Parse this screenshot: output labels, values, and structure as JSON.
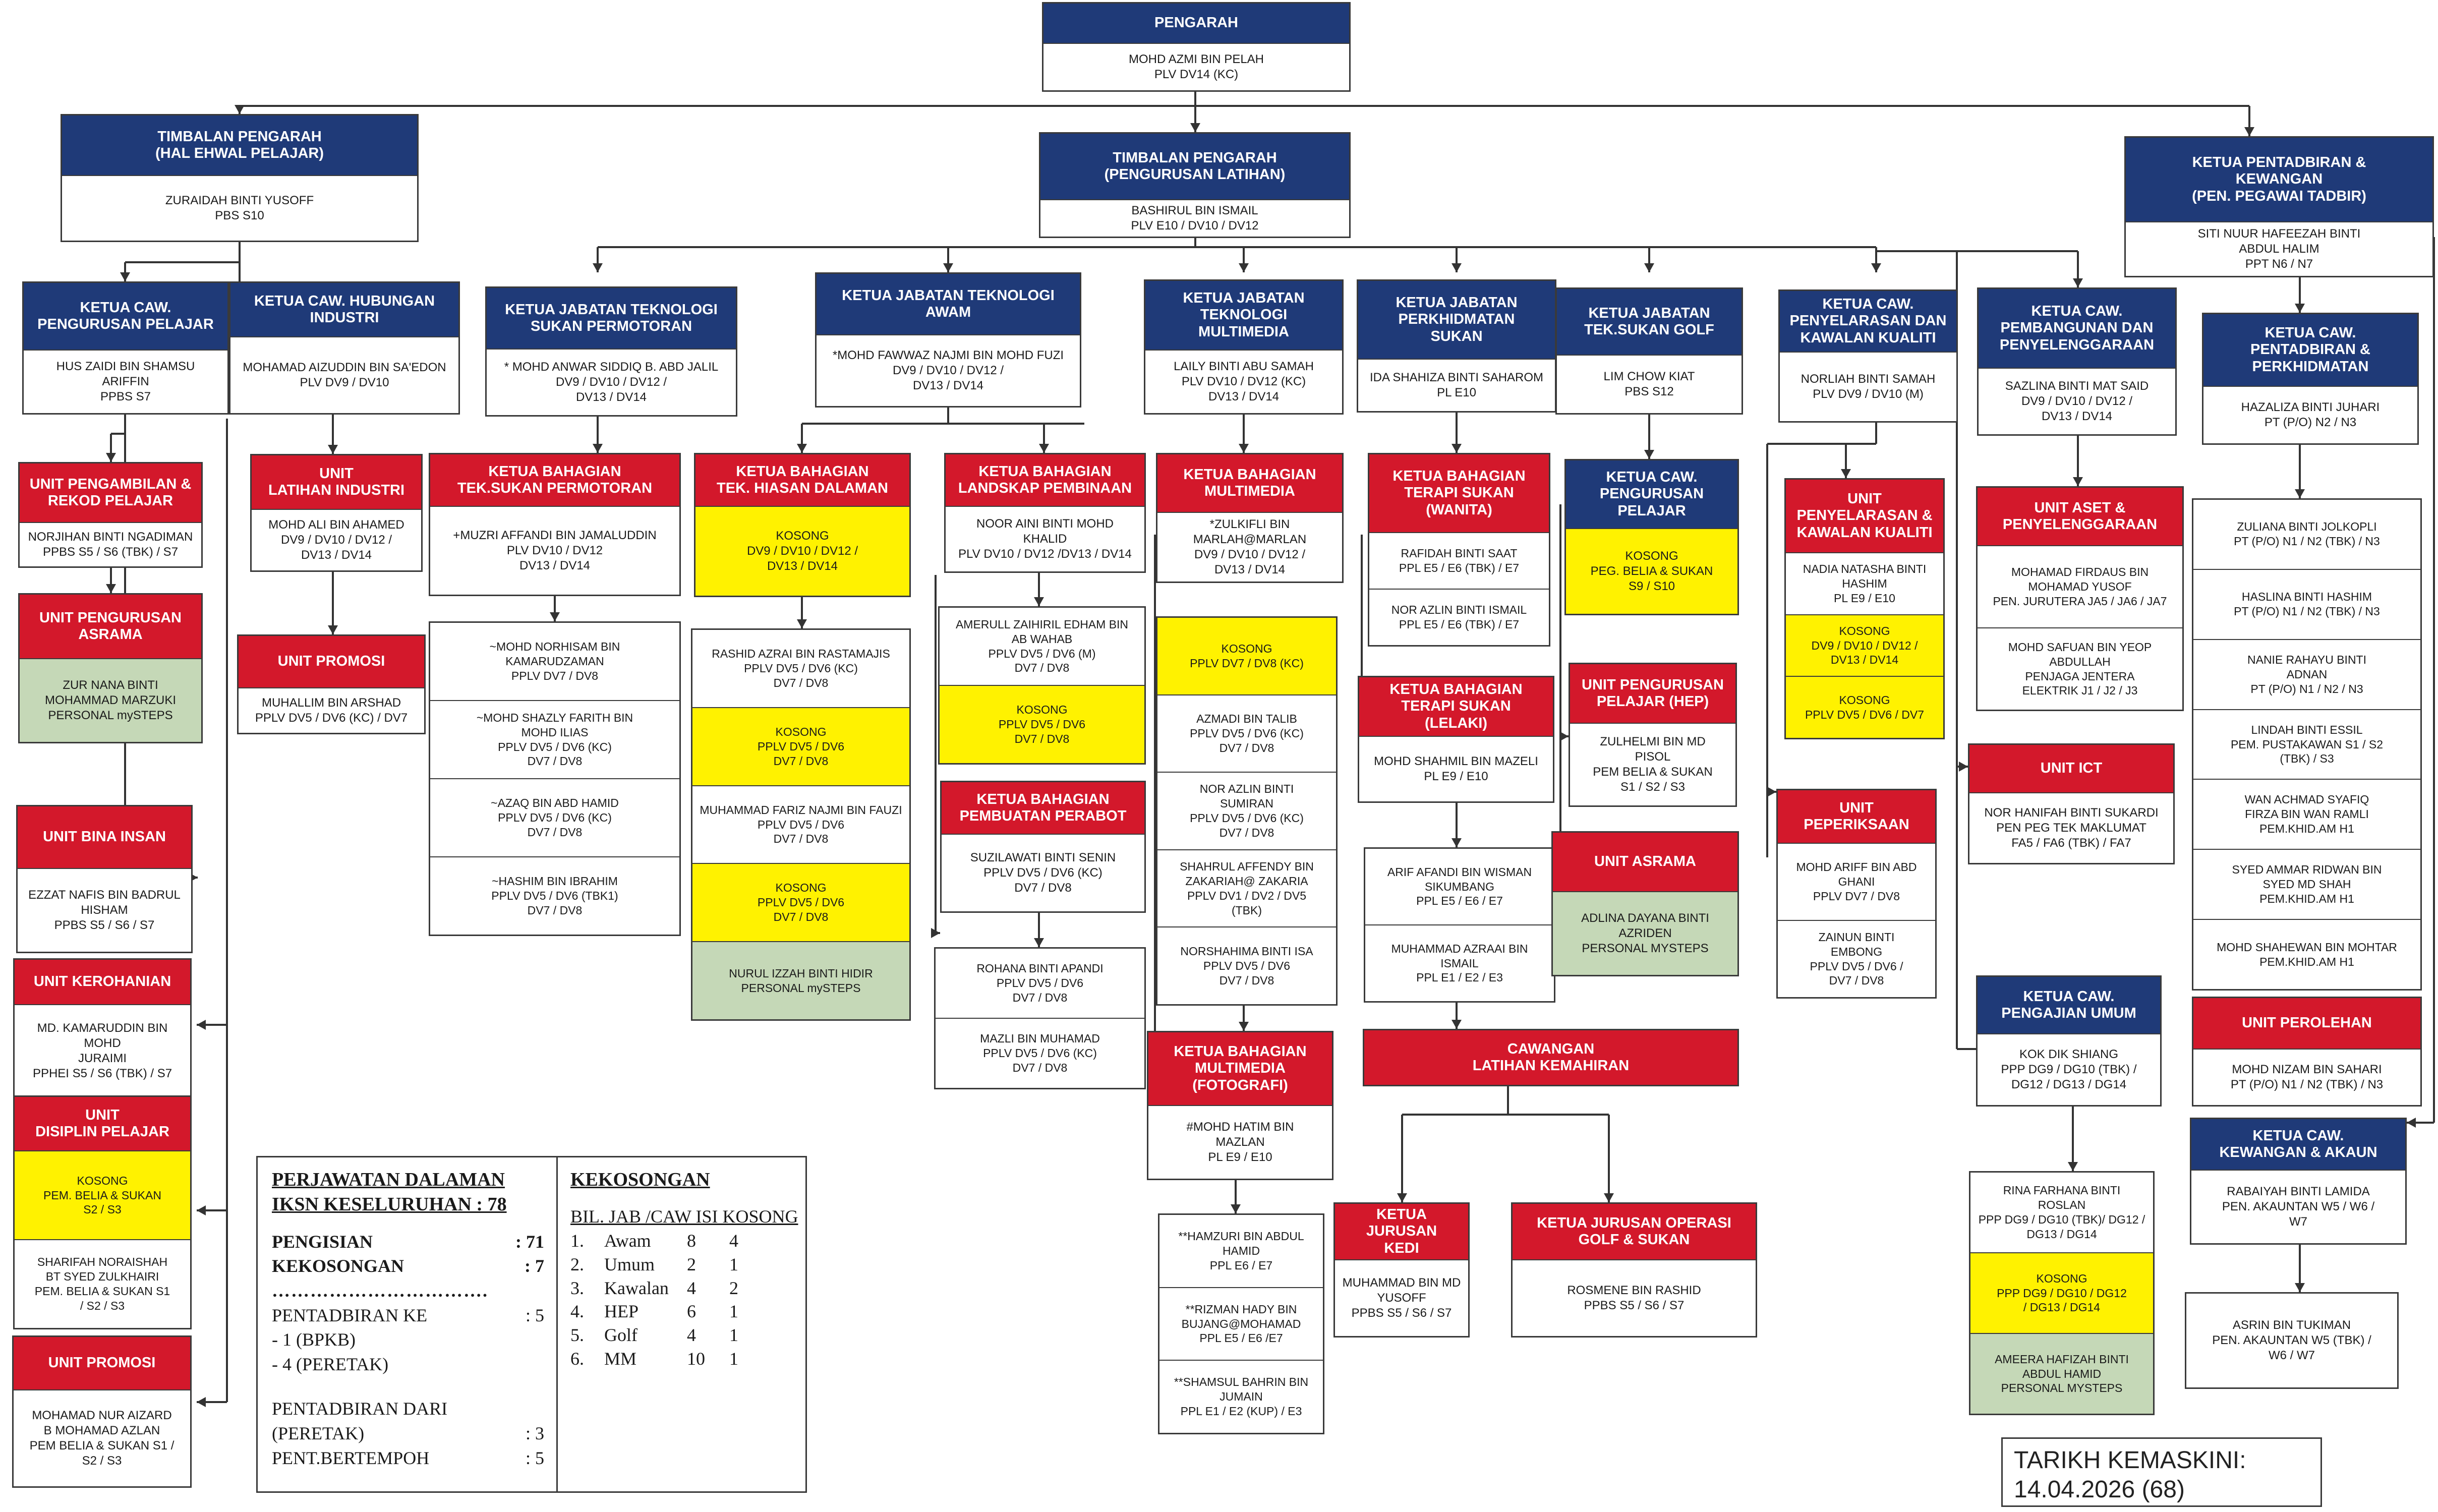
{
  "pengarah": {
    "title": "PENGARAH",
    "body": "MOHD AZMI BIN PELAH\nPLV DV14 (KC)"
  },
  "timbalan_hep": {
    "title": "TIMBALAN PENGARAH\n(HAL EHWAL PELAJAR)",
    "body": "ZURAIDAH BINTI YUSOFF\nPBS S10"
  },
  "timbalan_latihan": {
    "title": "TIMBALAN PENGARAH\n(PENGURUSAN LATIHAN)",
    "body": "BASHIRUL BIN ISMAIL\nPLV E10 / DV10 / DV12"
  },
  "ketua_pentadbiran": {
    "title": "KETUA PENTADBIRAN &\nKEWANGAN\n(PEN. PEGAWAI TADBIR)",
    "body": "SITI NUUR HAFEEZAH BINTI\nABDUL HALIM\nPPT N6 / N7"
  },
  "pengurusan_pelajar": {
    "title": "KETUA CAW.\nPENGURUSAN PELAJAR",
    "body": "HUS ZAIDI BIN SHAMSU\nARIFFIN\nPPBS S7"
  },
  "hubungan_industri": {
    "title": "KETUA CAW. HUBUNGAN\nINDUSTRI",
    "body": "MOHAMAD AIZUDDIN BIN SA'EDON\nPLV DV9 / DV10"
  },
  "sukan_permotoran": {
    "title": "KETUA JABATAN TEKNOLOGI\nSUKAN PERMOTORAN",
    "body": "* MOHD ANWAR SIDDIQ B. ABD JALIL\nDV9 / DV10 / DV12 /\nDV13 / DV14"
  },
  "teknologi_awam": {
    "title": "KETUA JABATAN TEKNOLOGI\nAWAM",
    "body": "*MOHD FAWWAZ NAJMI BIN MOHD FUZI\nDV9 / DV10 / DV12 /\nDV13 / DV14"
  },
  "teknologi_multimedia": {
    "title": "KETUA JABATAN\nTEKNOLOGI\nMULTIMEDIA",
    "body": "LAILY BINTI ABU SAMAH\nPLV DV10 / DV12 (KC)\nDV13 / DV14"
  },
  "perkhidmatan_sukan": {
    "title": "KETUA JABATAN\nPERKHIDMATAN\nSUKAN",
    "body": "IDA SHAHIZA BINTI SAHAROM\nPL E10"
  },
  "sukan_golf": {
    "title": "KETUA  JABATAN\nTEK.SUKAN GOLF",
    "body": "LIM CHOW KIAT\nPBS S12"
  },
  "kawalan_kualiti": {
    "title": "KETUA CAW.\nPENYELARASAN DAN\nKAWALAN KUALITI",
    "body": "NORLIAH BINTI SAMAH\nPLV DV9 / DV10 (M)"
  },
  "pembangunan": {
    "title": "KETUA CAW.\nPEMBANGUNAN DAN\nPENYELENGGARAAN",
    "body": "SAZLINA BINTI MAT SAID\nDV9 / DV10 / DV12 /\nDV13 / DV14"
  },
  "pentadbiran_perkhidmatan": {
    "title": "KETUA CAW.\nPENTADBIRAN &\nPERKHIDMATAN",
    "body": "HAZALIZA BINTI JUHARI\nPT (P/O) N2 / N3"
  },
  "unit_pengambilan": {
    "title": "UNIT PENGAMBILAN &\nREKOD PELAJAR",
    "body": "NORJIHAN BINTI NGADIMAN\nPPBS S5 / S6 (TBK) / S7"
  },
  "unit_asrama_pelajar": {
    "title": "UNIT PENGURUSAN\nASRAMA",
    "body": "ZUR NANA BINTI\nMOHAMMAD MARZUKI\nPERSONAL mySTEPS"
  },
  "unit_bina_insan": {
    "title": "UNIT BINA INSAN",
    "body": "EZZAT NAFIS BIN BADRUL\nHISHAM\nPPBS S5 / S6 / S7"
  },
  "unit_kerohanian": {
    "title": "UNIT KEROHANIAN",
    "body": "MD. KAMARUDDIN BIN MOHD\nJURAIMI\nPPHEI S5 / S6 (TBK) / S7"
  },
  "unit_disiplin": {
    "title": "UNIT\nDISIPLIN PELAJAR",
    "segs": [
      "KOSONG\nPEM. BELIA & SUKAN\nS2 / S3",
      "SHARIFAH NORAISHAH\nBT SYED ZULKHAIRI\nPEM. BELIA & SUKAN S1\n/ S2 / S3"
    ]
  },
  "unit_promosi_pelajar": {
    "title": "UNIT PROMOSI",
    "body": "MOHAMAD NUR AIZARD\nB MOHAMAD AZLAN\nPEM BELIA & SUKAN S1 /\nS2 / S3"
  },
  "unit_latihan_industri": {
    "title": "UNIT\nLATIHAN INDUSTRI",
    "body": "MOHD ALI BIN AHAMED\nDV9 / DV10 / DV12 /\nDV13 / DV14"
  },
  "unit_promosi_industri": {
    "title": "UNIT PROMOSI",
    "body": "MUHALLIM BIN ARSHAD\nPPLV DV5 / DV6 (KC) / DV7"
  },
  "bahagian_permotoran": {
    "title": "KETUA BAHAGIAN\nTEK.SUKAN PERMOTORAN",
    "body": "+MUZRI AFFANDI BIN JAMALUDDIN\nPLV DV10 / DV12\nDV13 / DV14"
  },
  "permotoran_staff": {
    "segs": [
      "~MOHD NORHISAM BIN\nKAMARUDZAMAN\nPPLV DV7 / DV8",
      "~MOHD SHAZLY FARITH BIN\nMOHD ILIAS\nPPLV DV5 / DV6 (KC)\nDV7 / DV8",
      "~AZAQ BIN ABD HAMID\nPPLV DV5 / DV6 (KC)\nDV7 / DV8",
      "~HASHIM BIN IBRAHIM\nPPLV DV5 / DV6 (TBK1)\nDV7 / DV8"
    ]
  },
  "hiasan_dalaman": {
    "title": "KETUA BAHAGIAN\nTEK. HIASAN DALAMAN",
    "body": "KOSONG\nDV9 / DV10 / DV12 /\nDV13 / DV14"
  },
  "hiasan_staff": {
    "segs": [
      "RASHID AZRAI BIN RASTAMAJIS\nPPLV DV5 / DV6 (KC)\nDV7 / DV8",
      "KOSONG\nPPLV DV5 / DV6\nDV7 / DV8",
      "MUHAMMAD FARIZ NAJMI BIN FAUZI\nPPLV DV5 / DV6\nDV7 / DV8",
      "KOSONG\nPPLV DV5 / DV6\nDV7 / DV8",
      "NURUL IZZAH BINTI HIDIR\nPERSONAL mySTEPS"
    ]
  },
  "landskap": {
    "title": "KETUA BAHAGIAN\nLANDSKAP PEMBINAAN",
    "body": "NOOR AINI BINTI MOHD\nKHALID\nPLV DV10 / DV12 /DV13 / DV14"
  },
  "landskap_staff": {
    "segs": [
      "AMERULL ZAIHIRIL EDHAM BIN\nAB WAHAB\nPPLV DV5 / DV6 (M)\nDV7 / DV8",
      "KOSONG\nPPLV DV5 / DV6\nDV7 / DV8"
    ]
  },
  "pembuatan_perabot": {
    "title": "KETUA BAHAGIAN\nPEMBUATAN PERABOT",
    "body": "SUZILAWATI BINTI SENIN\nPPLV DV5 / DV6 (KC)\nDV7 / DV8"
  },
  "perabot_staff": {
    "segs": [
      "ROHANA BINTI APANDI\nPPLV DV5 / DV6\nDV7 / DV8",
      "MAZLI BIN MUHAMAD\nPPLV DV5 / DV6 (KC)\nDV7 / DV8"
    ]
  },
  "bahagian_multimedia": {
    "title": "KETUA BAHAGIAN\nMULTIMEDIA",
    "body": "*ZULKIFLI BIN MARLAH@MARLAN\nDV9 / DV10 / DV12 /\nDV13 / DV14"
  },
  "multimedia_staff": {
    "segs": [
      "KOSONG\nPPLV DV7 / DV8 (KC)",
      "AZMADI BIN TALIB\nPPLV DV5 / DV6 (KC)\nDV7 / DV8",
      "NOR AZLIN BINTI\nSUMIRAN\nPPLV DV5 / DV6 (KC)\nDV7 / DV8",
      "SHAHRUL AFFENDY BIN\nZAKARIAH@ ZAKARIA\nPPLV DV1 / DV2 / DV5\n(TBK)",
      "NORSHAHIMA BINTI ISA\nPPLV DV5 / DV6\nDV7 / DV8"
    ]
  },
  "multimedia_fotografi": {
    "title": "KETUA BAHAGIAN\nMULTIMEDIA\n(FOTOGRAFI)",
    "body": "#MOHD HATIM BIN\nMAZLAN\nPL E9 / E10"
  },
  "fotografi_staff": {
    "segs": [
      "**HAMZURI BIN ABDUL\nHAMID\nPPL E6 / E7",
      "**RIZMAN HADY BIN\nBUJANG@MOHAMAD\nPPL E5 / E6 /E7",
      "**SHAMSUL BAHRIN BIN\nJUMAIN\nPPL E1 / E2 (KUP) / E3"
    ]
  },
  "terapi_wanita": {
    "title": "KETUA BAHAGIAN\nTERAPI SUKAN\n(WANITA)",
    "segs": [
      "RAFIDAH BINTI SAAT\nPPL E5 / E6 (TBK) / E7",
      "NOR AZLIN BINTI ISMAIL\nPPL E5 / E6 (TBK) / E7"
    ]
  },
  "terapi_lelaki": {
    "title": "KETUA BAHAGIAN\nTERAPI SUKAN\n(LELAKI)",
    "body": "MOHD SHAHMIL BIN MAZELI\nPL E9 / E10"
  },
  "terapi_lelaki_staff": {
    "segs": [
      "ARIF AFANDI BIN WISMAN\nSIKUMBANG\nPPL E5 / E6 / E7",
      "MUHAMMAD AZRAAI BIN\nISMAIL\nPPL E1 / E2 / E3"
    ]
  },
  "latihan_kemahiran": {
    "title": "CAWANGAN\nLATIHAN KEMAHIRAN"
  },
  "jurusan_kedi": {
    "title": "KETUA JURUSAN\nKEDI",
    "body": "MUHAMMAD BIN MD\nYUSOFF\nPPBS S5 / S6 / S7"
  },
  "jurusan_golf": {
    "title": "KETUA JURUSAN OPERASI\nGOLF & SUKAN",
    "body": "ROSMENE BIN RASHID\nPPBS S5 / S6 / S7"
  },
  "golf_pengurusan": {
    "title": "KETUA CAW.\nPENGURUSAN\nPELAJAR",
    "body": "KOSONG\nPEG. BELIA & SUKAN\nS9 / S10"
  },
  "unit_pengurusan_hep": {
    "title": "UNIT PENGURUSAN\nPELAJAR (HEP)",
    "body": "ZULHELMI BIN MD\nPISOL\nPEM BELIA & SUKAN\nS1 / S2 / S3"
  },
  "unit_asrama_golf": {
    "title": "UNIT ASRAMA",
    "body": "ADLINA DAYANA BINTI\nAZRIDEN\nPERSONAL MYSTEPS"
  },
  "unit_penyelarasan": {
    "title": "UNIT\nPENYELARASAN &\nKAWALAN KUALITI",
    "segs": [
      "NADIA NATASHA BINTI\nHASHIM\nPL E9 / E10",
      "KOSONG\nDV9 / DV10 / DV12 /\nDV13 / DV14",
      "KOSONG\nPPLV DV5 / DV6 / DV7"
    ]
  },
  "unit_peperiksaan": {
    "title": "UNIT\nPEPERIKSAAN",
    "segs": [
      "MOHD ARIFF BIN ABD\nGHANI\nPPLV DV7 / DV8",
      "ZAINUN BINTI\nEMBONG\nPPLV DV5 / DV6 /\nDV7 / DV8"
    ]
  },
  "unit_aset": {
    "title": "UNIT ASET &\nPENYELENGGARAAN",
    "segs": [
      "MOHAMAD FIRDAUS BIN\nMOHAMAD YUSOF\nPEN. JURUTERA JA5 / JA6 / JA7",
      "MOHD SAFUAN BIN YEOP\nABDULLAH\nPENJAGA JENTERA\nELEKTRIK J1 / J2 / J3"
    ]
  },
  "unit_ict": {
    "title": "UNIT ICT",
    "body": "NOR HANIFAH BINTI SUKARDI\nPEN PEG TEK MAKLUMAT\nFA5 / FA6 (TBK) / FA7"
  },
  "pengajian_umum": {
    "title": "KETUA CAW.\nPENGAJIAN UMUM",
    "body": "KOK DIK SHIANG\nPPP DG9 / DG10 (TBK) /\nDG12 / DG13 / DG14"
  },
  "pengajian_staff": {
    "segs": [
      "RINA FARHANA BINTI\nROSLAN\nPPP DG9 / DG10 (TBK)/ DG12 /\nDG13 / DG14",
      "KOSONG\nPPP DG9 / DG10 / DG12\n/ DG13 / DG14",
      "AMEERA HAFIZAH BINTI\nABDUL HAMID\nPERSONAL MYSTEPS"
    ]
  },
  "pentadbiran_staff": {
    "segs": [
      "ZULIANA BINTI JOLKOPLI\nPT (P/O) N1 / N2 (TBK) / N3",
      "HASLINA BINTI HASHIM\nPT (P/O) N1 / N2 (TBK) / N3",
      "NANIE RAHAYU BINTI\nADNAN\nPT (P/O) N1 / N2 / N3",
      "LINDAH BINTI ESSIL\nPEM. PUSTAKAWAN S1 / S2\n(TBK) / S3",
      "WAN ACHMAD SYAFIQ\nFIRZA BIN WAN RAMLI\nPEM.KHID.AM H1",
      "SYED AMMAR RIDWAN BIN\nSYED MD SHAH\nPEM.KHID.AM H1",
      "MOHD SHAHEWAN BIN MOHTAR\nPEM.KHID.AM H1"
    ]
  },
  "unit_perolehan": {
    "title": "UNIT PEROLEHAN",
    "body": "MOHD NIZAM BIN SAHARI\nPT (P/O) N1 / N2 (TBK) / N3"
  },
  "kewangan": {
    "title": "KETUA CAW.\nKEWANGAN & AKAUN",
    "body": "RABAIYAH BINTI LAMIDA\nPEN. AKAUNTAN W5 / W6 /\nW7"
  },
  "kewangan_staff": {
    "body": "ASRIN BIN TUKIMAN\nPEN. AKAUNTAN W5 (TBK) /\nW6 / W7"
  },
  "legend": {
    "title1": "PERJAWATAN DALAMAN",
    "title2": "IKSN KESELURUHAN :  78",
    "pengisian_label": "PENGISIAN",
    "pengisian_value": ": 71",
    "kekosongan_label": "KEKOSONGAN",
    "kekosongan_value": ": 7",
    "dots": "…………………………….",
    "pentadbiran_ke_label": "PENTADBIRAN KE",
    "pentadbiran_ke_value": ": 5",
    "bpkb": " - 1 (BPKB)",
    "peretak": " - 4 (PERETAK)",
    "pentadbiran_dari_label": "PENTADBIRAN DARI",
    "peretak2_label": "(PERETAK)",
    "peretak2_value": ": 3",
    "bertempoh_label": "PENT.BERTEMPOH",
    "bertempoh_value": ": 5",
    "kekosongan_title": "KEKOSONGAN",
    "kekosongan_header": "BIL. JAB /CAW ISI  KOSONG",
    "kekosongan_rows": [
      [
        "1.",
        "Awam",
        "8",
        "4"
      ],
      [
        "2.",
        "Umum",
        "2",
        "1"
      ],
      [
        "3.",
        "Kawalan",
        "4",
        "2"
      ],
      [
        "4.",
        "HEP",
        "6",
        "1"
      ],
      [
        "5.",
        "Golf",
        "4",
        "1"
      ],
      [
        "6.",
        "MM",
        "10",
        "1"
      ]
    ]
  },
  "tarikh": {
    "label": "TARIKH KEMASKINI:",
    "value": "14.04.2026 (68)"
  },
  "colors": {
    "navy": "#1f3a78",
    "red": "#d3182b",
    "yellow": "#fff200",
    "green": "#c5d8b7"
  }
}
